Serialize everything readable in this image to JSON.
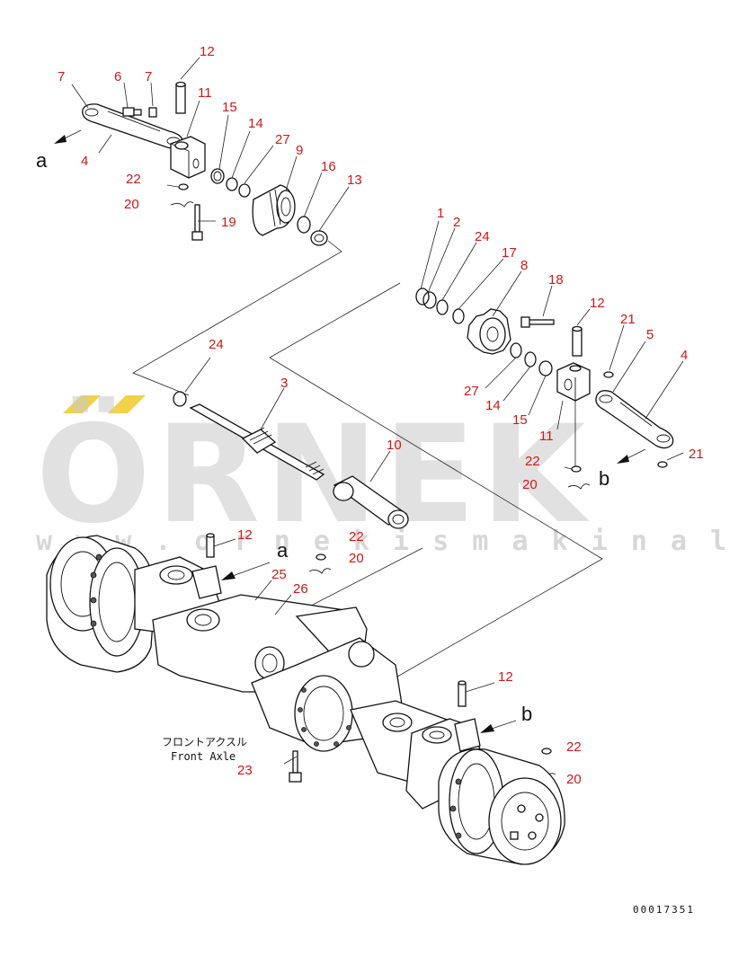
{
  "watermark": {
    "brand": "ÖRNEK",
    "url": "w w w . o r n e k i s m a k i n a l a r i . c o m . t r",
    "accent_color": "#f2d24a"
  },
  "caption": {
    "japanese": "フロントアクスル",
    "english": "Front Axle"
  },
  "drawing_code": "00017351",
  "view_markers": {
    "a_top": "a",
    "b_right": "b",
    "a_center": "a",
    "b_bottom": "b"
  },
  "callouts": [
    "12",
    "7",
    "6",
    "7",
    "11",
    "15",
    "14",
    "27",
    "9",
    "16",
    "13",
    "4",
    "22",
    "20",
    "19",
    "1",
    "2",
    "24",
    "17",
    "8",
    "18",
    "12",
    "21",
    "5",
    "4",
    "24",
    "3",
    "10",
    "27",
    "14",
    "15",
    "11",
    "22",
    "20",
    "21",
    "12",
    "22",
    "20",
    "25",
    "26",
    "12",
    "22",
    "20",
    "23"
  ]
}
